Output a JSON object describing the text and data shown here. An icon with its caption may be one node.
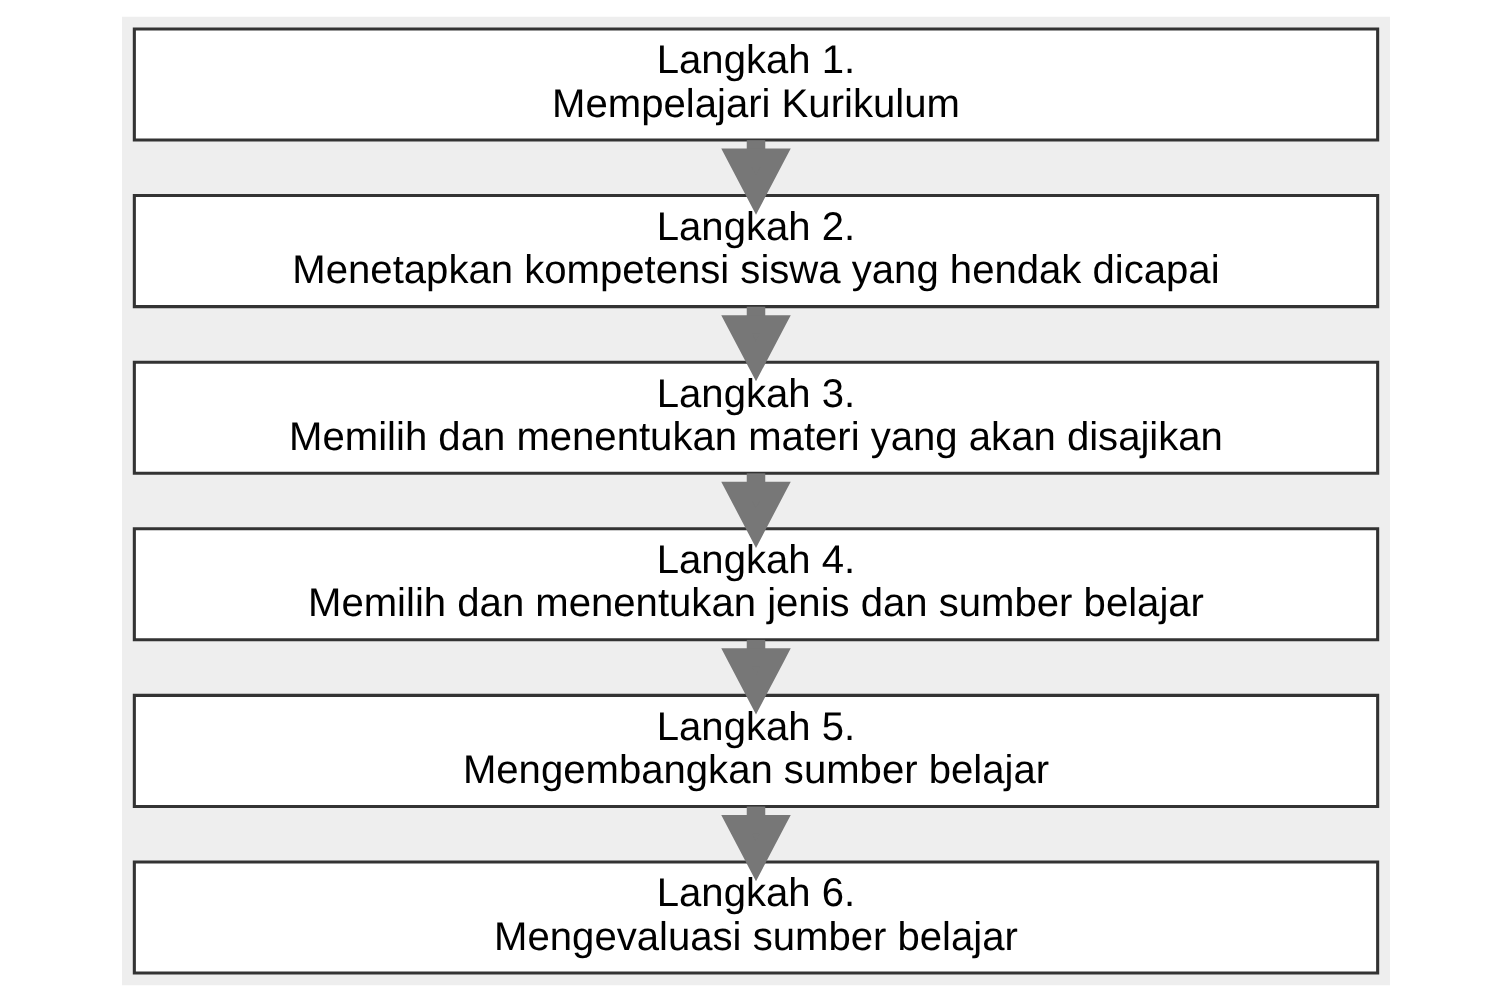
{
  "diagram": {
    "nodes": [
      {
        "text": [
          "Langkah 1.",
          "Mempelajari Kurikulum"
        ]
      },
      {
        "text": [
          "Langkah 2.",
          "Menetapkan kompetensi siswa yang hendak dicapai"
        ]
      },
      {
        "text": [
          "Langkah 3.",
          "Memilih dan menentukan materi yang akan disajikan"
        ]
      },
      {
        "text": [
          "Langkah 4.",
          "Memilih dan menentukan jenis dan sumber belajar"
        ]
      },
      {
        "text": [
          "Langkah 5.",
          "Mengembangkan sumber belajar"
        ]
      },
      {
        "text": [
          "Langkah 6.",
          "Mengevaluasi sumber belajar"
        ]
      }
    ],
    "edges": [
      {
        "from": 0,
        "to": 1,
        "arrow": "to"
      },
      {
        "from": 1,
        "to": 2,
        "arrow": "to"
      },
      {
        "from": 2,
        "to": 3,
        "arrow": "to"
      },
      {
        "from": 3,
        "to": 4,
        "arrow": "to"
      },
      {
        "from": 4,
        "to": 5,
        "arrow": "to"
      }
    ]
  }
}
